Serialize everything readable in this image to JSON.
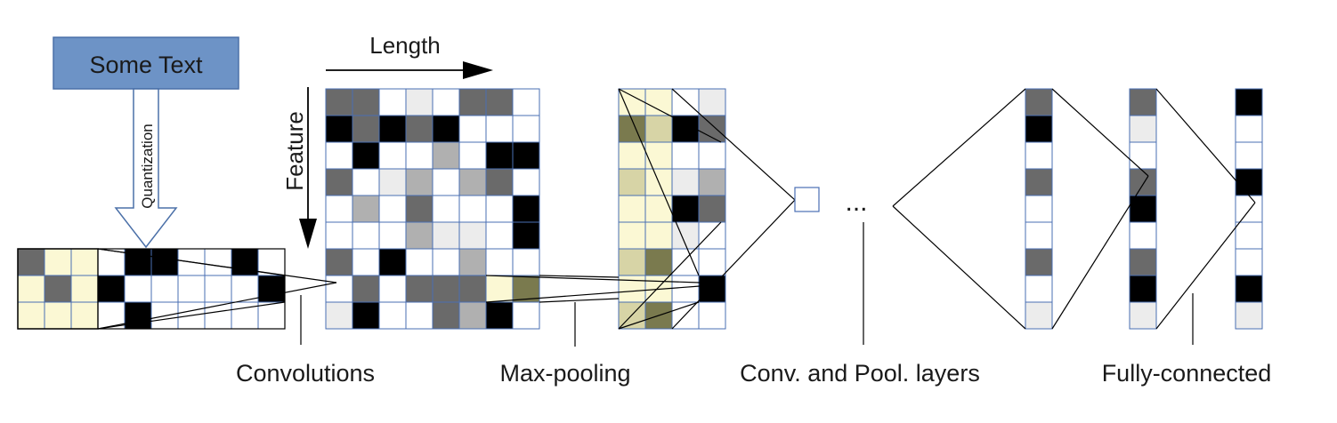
{
  "diagram": {
    "input_box": "Some Text",
    "quantization_label": "Quantization",
    "length_label": "Length",
    "feature_label": "Feature",
    "ellipsis": "...",
    "stage_labels": {
      "convolutions": "Convolutions",
      "max_pooling": "Max-pooling",
      "conv_pool_layers": "Conv. and Pool. layers",
      "fully_connected": "Fully-connected"
    }
  },
  "colors": {
    "grid_border": "#4a6fb3",
    "box_fill": "#6d93c6",
    "box_border": "#4b70a8",
    "highlight_light": "#fbf8d4",
    "highlight_mid": "#d7d4a6",
    "highlight_dark": "#7a7a4e",
    "black": "#000000",
    "dark_gray": "#6a6a6a",
    "mid_gray": "#b0b0b0",
    "light_gray": "#ececec",
    "white": "#ffffff"
  },
  "grids": {
    "input_strip": [
      [
        3,
        2,
        2,
        0,
        5,
        5,
        0,
        0,
        5,
        0
      ],
      [
        2,
        3,
        2,
        5,
        0,
        0,
        0,
        0,
        0,
        5
      ],
      [
        2,
        2,
        2,
        0,
        5,
        0,
        0,
        0,
        0,
        0
      ]
    ],
    "feature_map": [
      [
        3,
        3,
        0,
        1,
        0,
        3,
        3,
        0
      ],
      [
        5,
        3,
        5,
        3,
        5,
        0,
        0,
        0
      ],
      [
        0,
        5,
        0,
        0,
        4,
        0,
        5,
        5
      ],
      [
        3,
        0,
        1,
        4,
        0,
        4,
        3,
        0
      ],
      [
        0,
        4,
        0,
        3,
        0,
        0,
        0,
        5
      ],
      [
        0,
        0,
        0,
        4,
        1,
        1,
        0,
        5
      ],
      [
        3,
        0,
        5,
        0,
        0,
        4,
        0,
        0
      ],
      [
        0,
        3,
        0,
        3,
        3,
        3,
        0,
        0
      ],
      [
        1,
        5,
        0,
        0,
        3,
        4,
        5,
        0
      ]
    ],
    "pooled_map": [
      [
        6,
        6,
        0,
        1
      ],
      [
        8,
        7,
        5,
        3
      ],
      [
        6,
        6,
        0,
        0
      ],
      [
        7,
        6,
        1,
        4
      ],
      [
        6,
        6,
        5,
        3
      ],
      [
        6,
        6,
        1,
        0
      ],
      [
        7,
        8,
        0,
        0
      ],
      [
        6,
        6,
        0,
        5
      ],
      [
        7,
        8,
        0,
        0
      ]
    ],
    "column_a": [
      3,
      5,
      0,
      3,
      0,
      0,
      3,
      0,
      1
    ],
    "column_b": [
      3,
      1,
      0,
      3,
      5,
      0,
      3,
      5,
      1
    ],
    "column_c": [
      5,
      0,
      0,
      5,
      0,
      0,
      0,
      5,
      1
    ]
  }
}
